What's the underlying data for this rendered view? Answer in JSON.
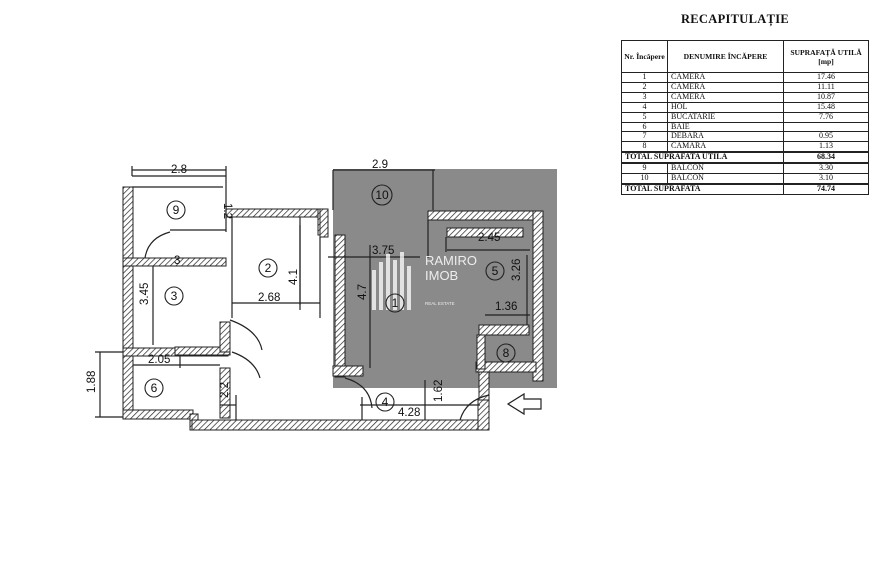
{
  "recap": {
    "title": "RECAPITULAȚIE",
    "headers": {
      "nr": "Nr. Încăpere",
      "name": "DENUMIRE ÎNCĂPERE",
      "area": "SUPRAFAȚĂ UTILĂ [mp]"
    },
    "rows": [
      {
        "nr": "1",
        "name": "CAMERA",
        "area": "17.46"
      },
      {
        "nr": "2",
        "name": "CAMERA",
        "area": "11.11"
      },
      {
        "nr": "3",
        "name": "CAMERA",
        "area": "10.87"
      },
      {
        "nr": "4",
        "name": "HOL",
        "area": "15.48"
      },
      {
        "nr": "5",
        "name": "BUCATARIE",
        "area": "7.76"
      },
      {
        "nr": "6",
        "name": "BAIE",
        "area": ""
      },
      {
        "nr": "7",
        "name": "DEBARA",
        "area": "0.95"
      },
      {
        "nr": "8",
        "name": "CAMARA",
        "area": "1.13"
      }
    ],
    "total_util": {
      "label": "TOTAL SUPRAFATA UTILA",
      "area": "68.34"
    },
    "balconies": [
      {
        "nr": "9",
        "name": "BALCON",
        "area": "3.30"
      },
      {
        "nr": "10",
        "name": "BALCON",
        "area": "3.10"
      }
    ],
    "total": {
      "label": "TOTAL SUPRAFATA",
      "area": "74.74"
    }
  },
  "plan": {
    "room_numbers": [
      "1",
      "2",
      "3",
      "4",
      "5",
      "6",
      "8",
      "9",
      "10"
    ],
    "dimensions": {
      "d_2_8": "2.8",
      "d_2_9": "2.9",
      "d_1_2": "1.2",
      "d_3": "3",
      "d_3_75": "3.75",
      "d_2_45": "2.45",
      "d_3_26": "3.26",
      "d_3_45": "3.45",
      "d_4_1": "4.1",
      "d_2_68": "2.68",
      "d_4_7": "4.7",
      "d_1_36": "1.36",
      "d_2_05": "2.05",
      "d_1_88": "1.88",
      "d_2_2": "2.2",
      "d_1_62": "1.62",
      "d_4_28": "4.28"
    },
    "entrance_arrow": "arrow-left-icon"
  },
  "watermark": {
    "line1": "RAMIRO",
    "line2": "IMOB",
    "line3": "REAL ESTATE",
    "color": "#8a8a8a"
  }
}
